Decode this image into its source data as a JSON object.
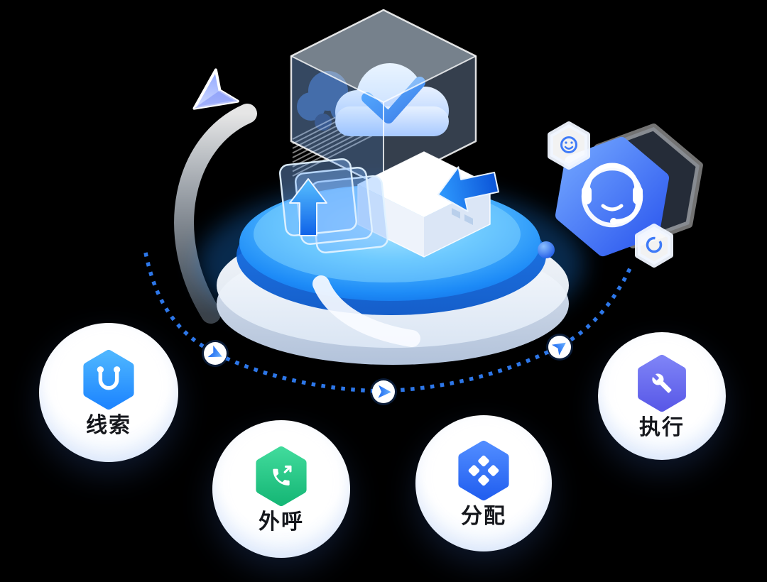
{
  "scene": {
    "background_color": "#000000",
    "cursor_icon": "cursor-arrow-icon",
    "agent_badge": {
      "icon": "customer-service-headset-icon",
      "color_top": "#74a8ff",
      "color_bottom": "#2a55ee",
      "small_hex_top_icon": "smiley-face-icon",
      "small_hex_bottom_icon": "ring-icon"
    },
    "platform": {
      "disc_glow_color": "#1e8cff",
      "disc_top_color": "#4db7ff",
      "base_color": "#e9eff9"
    },
    "cube": {
      "glass_color": "#cfe2ff",
      "cloud_icon": "cloud-check-icon",
      "check_color": "#1f7bf6",
      "up_arrow_icon": "arrow-up-icon",
      "left_arrow_icon": "arrow-left-icon"
    }
  },
  "flow": {
    "path_color": "#2f7df6",
    "arrow_marker_icon": "flow-direction-arrow-icon",
    "steps": [
      {
        "id": "leads",
        "label": "线索",
        "icon": "leads-route-icon",
        "color_top": "#4db5ff",
        "color_bottom": "#1e86ff"
      },
      {
        "id": "outbound",
        "label": "外呼",
        "icon": "outbound-call-icon",
        "color_top": "#3fd99a",
        "color_bottom": "#17b877"
      },
      {
        "id": "allocation",
        "label": "分配",
        "icon": "allocation-grid-icon",
        "color_top": "#4f8bff",
        "color_bottom": "#2360f0"
      },
      {
        "id": "execution",
        "label": "执行",
        "icon": "execution-wrench-icon",
        "color_top": "#7d82f6",
        "color_bottom": "#5a5ae8"
      }
    ]
  }
}
